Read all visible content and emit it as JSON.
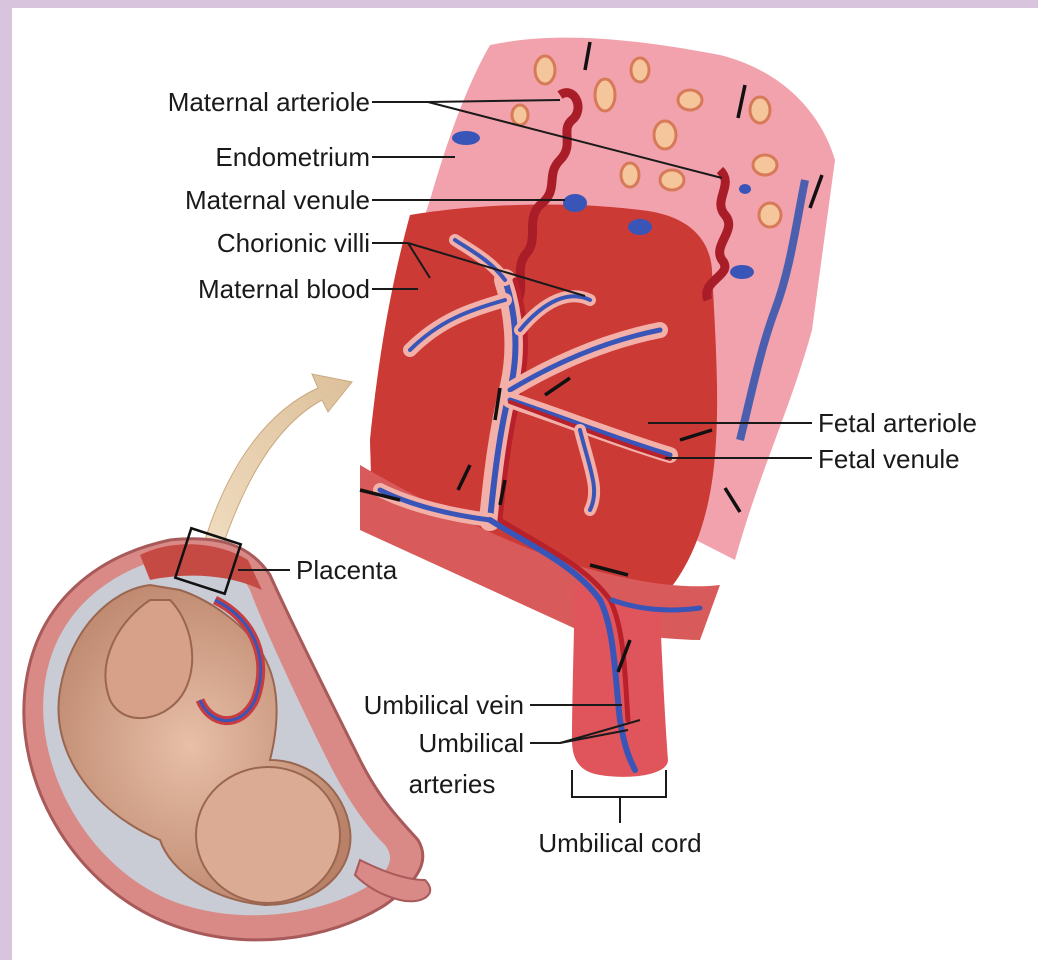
{
  "labels": {
    "maternal_arteriole": "Maternal arteriole",
    "endometrium": "Endometrium",
    "maternal_venule": "Maternal venule",
    "chorionic_villi": "Chorionic villi",
    "maternal_blood": "Maternal blood",
    "fetal_arteriole": "Fetal arteriole",
    "fetal_venule": "Fetal venule",
    "placenta": "Placenta",
    "umbilical_vein": "Umbilical vein",
    "umbilical_arteries_line1": "Umbilical",
    "umbilical_arteries_line2": "arteries",
    "umbilical_cord": "Umbilical cord"
  },
  "colors": {
    "frame": "#d9c4dd",
    "tissue_red": "#c8322f",
    "tissue_pink": "#e98a92",
    "vein_blue": "#3a55b8",
    "artery_red": "#b8202a",
    "skin": "#d9a78e",
    "callout_arrow": "#e8cfa8"
  }
}
